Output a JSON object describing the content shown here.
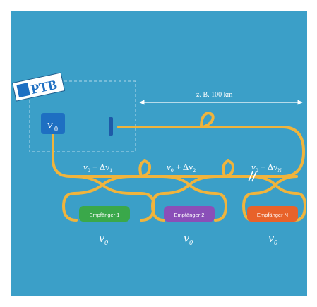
{
  "colors": {
    "background": "#3b9fc8",
    "fiber": "#f0b43c",
    "laser": "#1e6fc2",
    "receiver_1": "#3aa84a",
    "receiver_2": "#8a4fb8",
    "receiver_n": "#e8622a",
    "text_light": "#ffffff"
  },
  "logo": {
    "text": "PTB"
  },
  "distance_label": "z. B. 100 km",
  "source": {
    "freq_main": "ν",
    "freq_sub": "0"
  },
  "taps": [
    {
      "main": "ν",
      "sub1": "0",
      "plus": " + Δν",
      "sub2": "1"
    },
    {
      "main": "ν",
      "sub1": "0",
      "plus": " + Δν",
      "sub2": "2"
    },
    {
      "main": "ν",
      "sub1": "0",
      "plus": " + Δν",
      "sub2": "N"
    }
  ],
  "receivers": [
    {
      "label": "Empfänger 1",
      "out_main": "ν",
      "out_sub": "0"
    },
    {
      "label": "Empfänger 2",
      "out_main": "ν",
      "out_sub": "0"
    },
    {
      "label": "Empfänger N",
      "out_main": "ν",
      "out_sub": "0"
    }
  ],
  "icons": {
    "laser": "laser-source-icon",
    "mirror": "mirror-icon",
    "break": "fiber-break-icon"
  }
}
